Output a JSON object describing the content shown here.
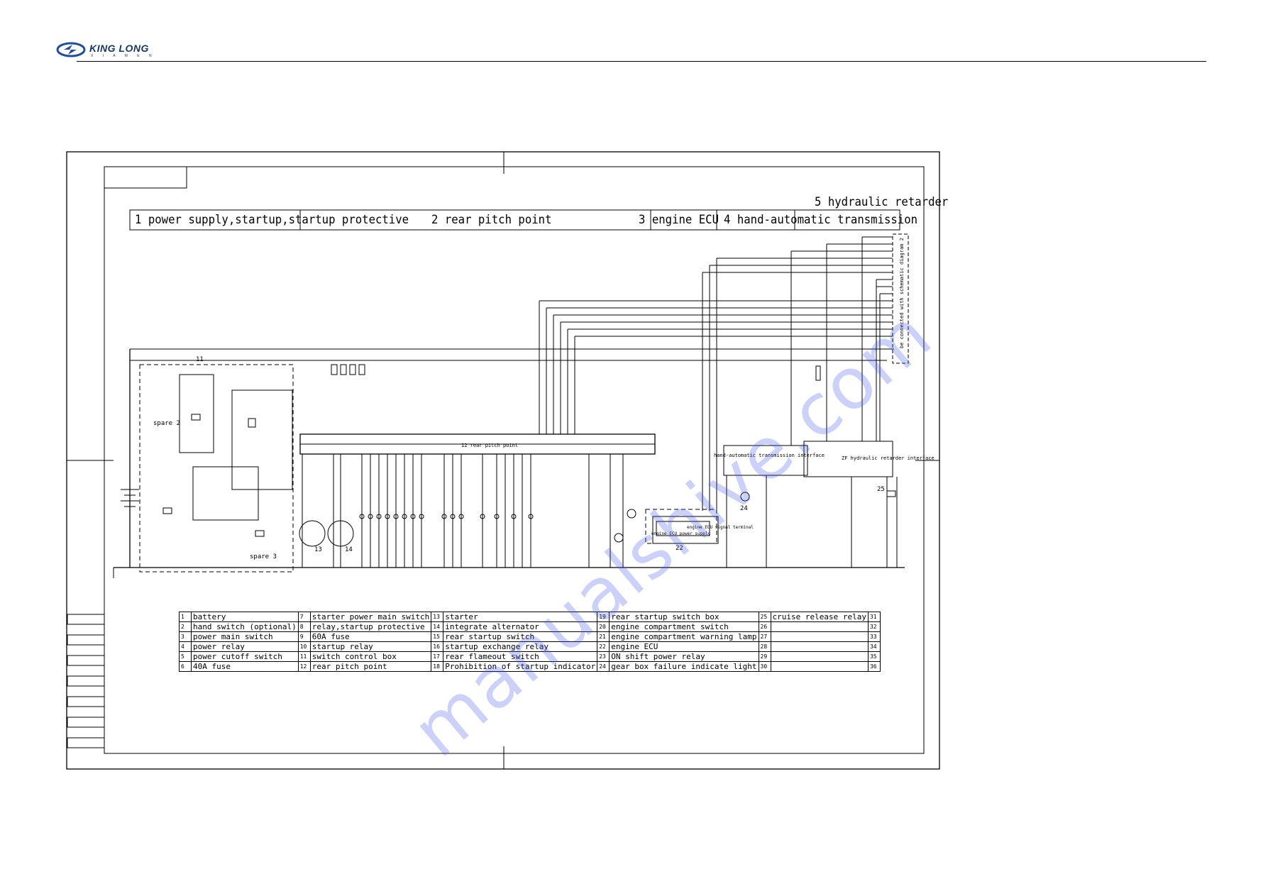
{
  "header": {
    "logo_text": "KING LONG",
    "logo_sub": "X I A M E N"
  },
  "diagram": {
    "sections": [
      "1 power supply,startup,startup protective",
      "2  rear pitch point",
      "3 engine ECU",
      "4 hand-automatic transmission",
      "5 hydraulic retarder"
    ],
    "side_note": "be connected with schematic diagram 2",
    "box_labels": {
      "hand_auto": "hand-automatic transmission interface",
      "hydraulic": "ZF hydraulic retarder interface",
      "rear_pitch": "12 rear pitch point",
      "ecu_supply": "engine ECU power supply",
      "ecu_signal": "engine ECU signal terminal",
      "spare2": "spare 2",
      "spare3": "spare 3",
      "comp11": "11",
      "comp13": "13",
      "comp14": "14",
      "comp22": "22",
      "comp24": "24",
      "comp25": "25"
    }
  },
  "legend": {
    "rows": [
      [
        {
          "n": "1",
          "t": "battery"
        },
        {
          "n": "7",
          "t": "starter power main switch"
        },
        {
          "n": "13",
          "t": "starter"
        },
        {
          "n": "19",
          "t": "rear startup switch box"
        },
        {
          "n": "25",
          "t": "cruise release relay"
        },
        {
          "n": "31",
          "t": ""
        }
      ],
      [
        {
          "n": "2",
          "t": "hand switch (optional)"
        },
        {
          "n": "8",
          "t": " relay,startup protective"
        },
        {
          "n": "14",
          "t": "integrate alternator"
        },
        {
          "n": "20",
          "t": "engine compartment switch"
        },
        {
          "n": "26",
          "t": ""
        },
        {
          "n": "32",
          "t": ""
        }
      ],
      [
        {
          "n": "3",
          "t": "power main switch"
        },
        {
          "n": "9",
          "t": "60A fuse"
        },
        {
          "n": "15",
          "t": "rear startup switch"
        },
        {
          "n": "21",
          "t": "engine compartment warning lamp"
        },
        {
          "n": "27",
          "t": ""
        },
        {
          "n": "33",
          "t": ""
        }
      ],
      [
        {
          "n": "4",
          "t": "power relay"
        },
        {
          "n": "10",
          "t": "startup relay"
        },
        {
          "n": "16",
          "t": "startup exchange relay"
        },
        {
          "n": "22",
          "t": "engine ECU"
        },
        {
          "n": "28",
          "t": ""
        },
        {
          "n": "34",
          "t": ""
        }
      ],
      [
        {
          "n": "5",
          "t": "power cutoff switch"
        },
        {
          "n": "11",
          "t": "switch control box"
        },
        {
          "n": "17",
          "t": "rear flameout switch"
        },
        {
          "n": "23",
          "t": "ON shift power relay"
        },
        {
          "n": "29",
          "t": ""
        },
        {
          "n": "35",
          "t": ""
        }
      ],
      [
        {
          "n": "6",
          "t": "40A fuse"
        },
        {
          "n": "12",
          "t": "rear pitch point"
        },
        {
          "n": "18",
          "t": "Prohibition of startup indicator"
        },
        {
          "n": "24",
          "t": "gear box failure indicate light"
        },
        {
          "n": "30",
          "t": ""
        },
        {
          "n": "36",
          "t": ""
        }
      ]
    ]
  },
  "watermark": "manualshive.com"
}
